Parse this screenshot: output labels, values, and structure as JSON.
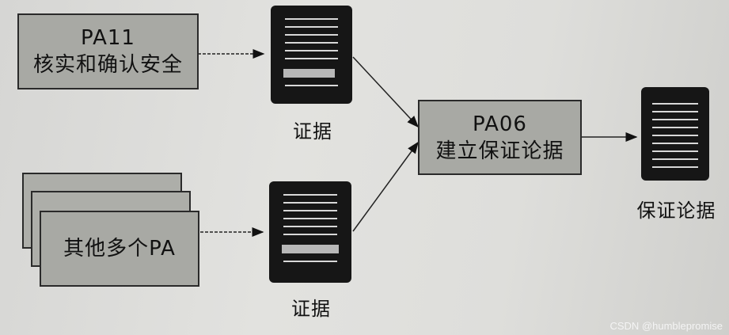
{
  "nodes": {
    "pa11": {
      "line1": "PA11",
      "line2": "核实和确认安全"
    },
    "others": {
      "label": "其他多个PA"
    },
    "pa06": {
      "line1": "PA06",
      "line2": "建立保证论据"
    }
  },
  "documents": {
    "evidence_top": "证据",
    "evidence_bottom": "证据",
    "assurance_case": "保证论据"
  },
  "watermark": "CSDN @humblepromise",
  "colors": {
    "box_fill": "#a8a9a4",
    "doc_fill": "#161616",
    "background": "#dcdcda"
  }
}
